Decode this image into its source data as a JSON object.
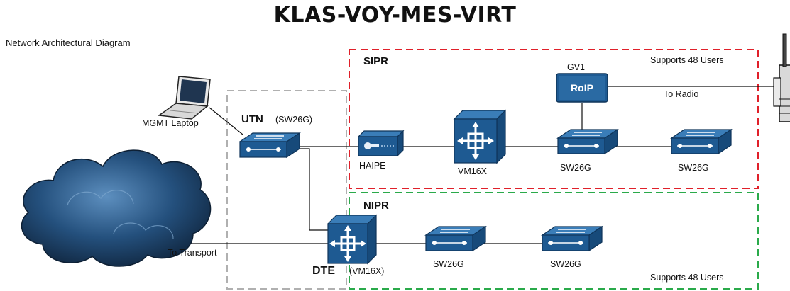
{
  "title": "KLAS-VOY-MES-VIRT",
  "subtitle": "Network Architectural Diagram",
  "zones": {
    "sipr": {
      "label": "SIPR",
      "note": "Supports 48 Users",
      "color": "#e0202a"
    },
    "nipr": {
      "label": "NIPR",
      "note": "Supports 48 Users",
      "color": "#2aaa4a"
    },
    "utn_box_color": "#b0b0b0"
  },
  "nodes": {
    "utn": {
      "name": "UTN",
      "sub": "(SW26G)"
    },
    "dte": {
      "name": "DTE",
      "sub": "(VM16X)"
    },
    "laptop": {
      "label": "MGMT Laptop"
    },
    "haipe": {
      "label": "HAIPE"
    },
    "vm16x_sipr": {
      "label": "VM16X"
    },
    "sw26g_sipr_1": {
      "label": "SW26G"
    },
    "sw26g_sipr_2": {
      "label": "SW26G"
    },
    "sw26g_nipr_1": {
      "label": "SW26G"
    },
    "sw26g_nipr_2": {
      "label": "SW26G"
    },
    "roip": {
      "label": "RoIP",
      "top_label": "GV1"
    }
  },
  "links": {
    "to_radio": "To Radio",
    "to_transport": "To Transport"
  },
  "colors": {
    "device": "#1a4f82",
    "device_light": "#2f72ad",
    "cloud": "#173a5c"
  }
}
